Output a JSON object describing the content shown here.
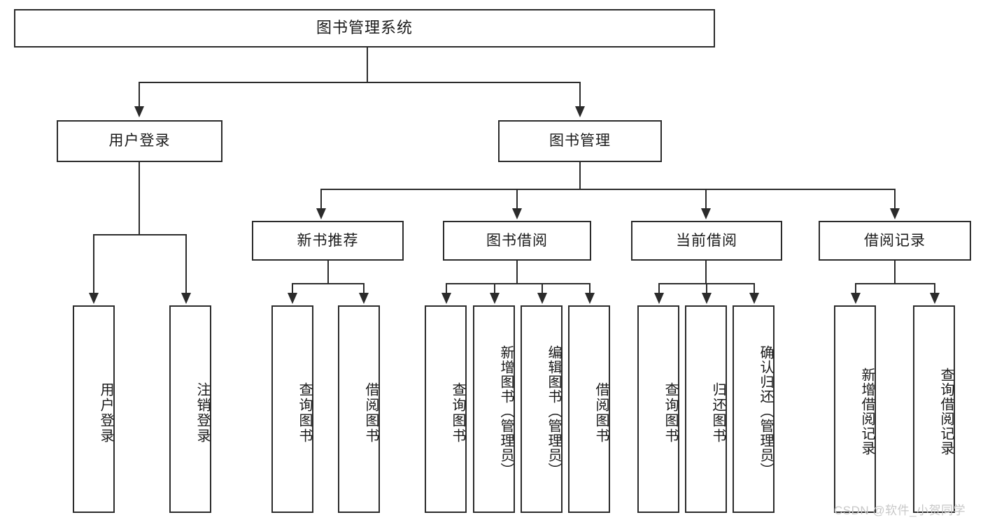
{
  "diagram": {
    "title": "图书管理系统",
    "type": "tree-hierarchy-chart",
    "root": {
      "label": "图书管理系统"
    },
    "level2": [
      {
        "label": "用户登录"
      },
      {
        "label": "图书管理"
      }
    ],
    "level3": [
      {
        "label": "新书推荐"
      },
      {
        "label": "图书借阅"
      },
      {
        "label": "当前借阅"
      },
      {
        "label": "借阅记录"
      }
    ],
    "leaves": {
      "user_login": [
        {
          "label": "用户登录"
        },
        {
          "label": "注销登录"
        }
      ],
      "new_book_recommend": [
        {
          "label": "查询图书"
        },
        {
          "label": "借阅图书"
        }
      ],
      "book_borrow": [
        {
          "label": "查询图书"
        },
        {
          "label": "新增图书（管理员）"
        },
        {
          "label": "编辑图书（管理员）"
        },
        {
          "label": "借阅图书"
        }
      ],
      "current_borrow": [
        {
          "label": "查询图书"
        },
        {
          "label": "归还图书"
        },
        {
          "label": "确认归还（管理员）"
        }
      ],
      "borrow_record": [
        {
          "label": "新增借阅记录"
        },
        {
          "label": "查询借阅记录"
        }
      ]
    }
  },
  "watermark": {
    "text": "CSDN @软件_小贺同学"
  },
  "colors": {
    "stroke": "#2b2b2b",
    "fill": "#ffffff",
    "text": "#1a1a1a",
    "watermark": "#c8c8c8"
  }
}
